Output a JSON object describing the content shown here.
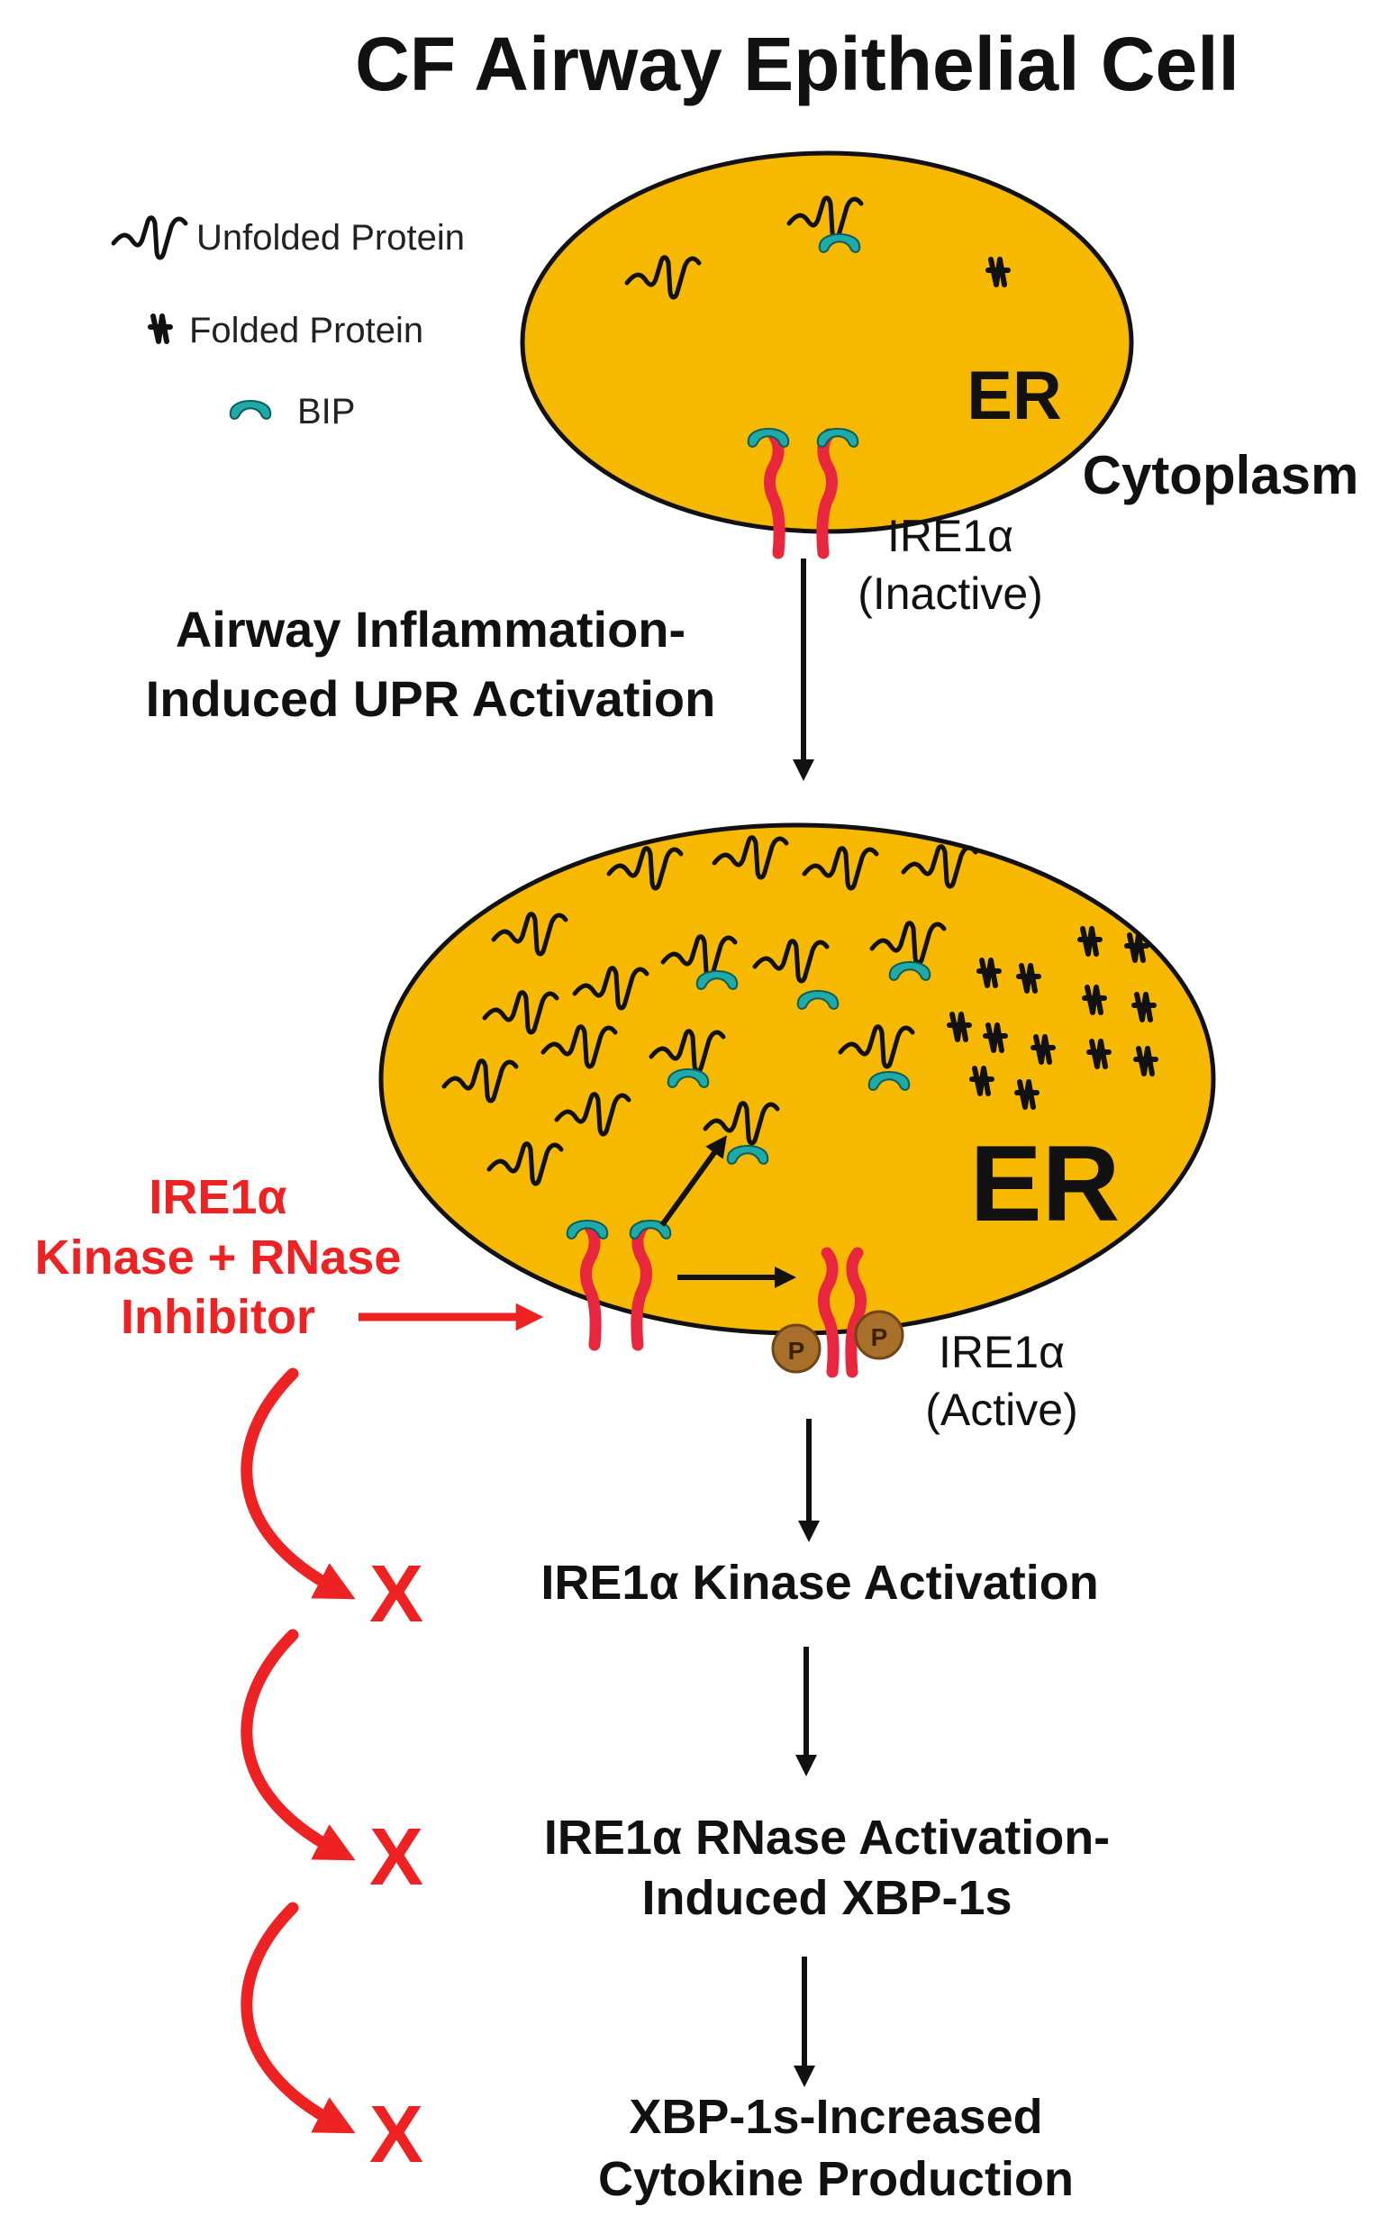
{
  "title": "CF Airway Epithelial Cell",
  "legend": {
    "unfolded": "Unfolded Protein",
    "folded": "Folded Protein",
    "bip": "BIP"
  },
  "compartments": {
    "er_top": "ER",
    "er_bottom": "ER",
    "cytoplasm": "Cytoplasm"
  },
  "ire1": {
    "inactive_name": "IRE1α",
    "inactive_state": "(Inactive)",
    "active_name": "IRE1α",
    "active_state": "(Active)",
    "phospho": "P"
  },
  "activation": {
    "line1": "Airway Inflammation-",
    "line2": "Induced UPR Activation"
  },
  "inhibitor": {
    "line1": "IRE1α",
    "line2": "Kinase + RNase",
    "line3": "Inhibitor"
  },
  "steps": {
    "step1": "IRE1α Kinase Activation",
    "step2_line1": "IRE1α RNase Activation-",
    "step2_line2": "Induced XBP-1s",
    "step3_line1": "XBP-1s-Increased",
    "step3_line2": "Cytokine Production"
  },
  "block_mark": "X",
  "colors": {
    "er_fill": "#f7b800",
    "bip": "#1fa9a9",
    "ire1": "#e8273f",
    "phospho": "#a86f2a",
    "inhibitor": "#ee2222",
    "ink": "#111111"
  }
}
